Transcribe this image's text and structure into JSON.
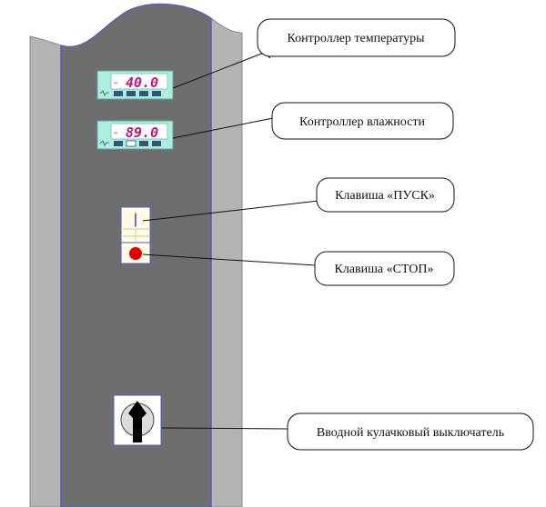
{
  "panel": {
    "colors": {
      "cabinet_face": "#6e6e6e",
      "cabinet_side": "#b4b4b4",
      "edge_line": "#5a5ac8",
      "lcd_body": "#aeeede",
      "lcd_screen": "#ffffff",
      "lcd_digits": "#c0187a",
      "stop_indicator": "#e00000"
    },
    "temperature_controller": {
      "display_value": "40.0",
      "icon": "temperature-controller-display"
    },
    "humidity_controller": {
      "display_value": "89.0",
      "icon": "humidity-controller-display"
    },
    "start_key": {
      "symbol": "|"
    },
    "stop_key": {
      "icon": "red-dot"
    },
    "cam_switch": {
      "icon": "rotary-knob"
    }
  },
  "callouts": {
    "temperature_controller": "Контроллер температуры",
    "humidity_controller": "Контроллер влажности",
    "start_key": "Клавиша «ПУСК»",
    "stop_key": "Клавиша «СТОП»",
    "cam_switch": "Вводной кулачковый выключатель"
  }
}
